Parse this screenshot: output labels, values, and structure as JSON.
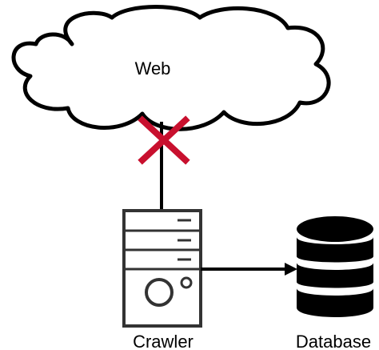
{
  "nodes": {
    "web": {
      "label": "Web"
    },
    "crawler": {
      "label": "Crawler"
    },
    "database": {
      "label": "Database"
    }
  },
  "edges": [
    {
      "from": "web",
      "to": "crawler",
      "style": "line",
      "blocked": true
    },
    {
      "from": "crawler",
      "to": "database",
      "style": "arrow",
      "blocked": false
    }
  ],
  "colors": {
    "stroke": "#000000",
    "blocked_mark": "#c8102e",
    "server_outline": "#333333",
    "server_fill": "#ffffff",
    "database_fill": "#000000"
  },
  "icons": {
    "web": "cloud-icon",
    "crawler": "server-icon",
    "database": "database-icon",
    "blocked": "x-mark-icon"
  }
}
